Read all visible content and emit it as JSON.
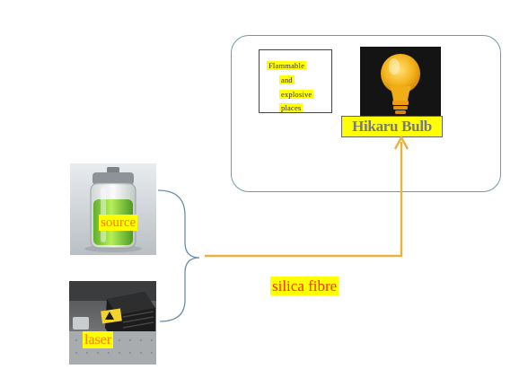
{
  "diagram": {
    "hazard_note": {
      "lines": [
        "Flammable",
        "and",
        "explosive",
        "places"
      ]
    },
    "bulb": {
      "label": "Hikaru Bulb",
      "icon": "light-bulb-icon"
    },
    "source": {
      "label": "source",
      "icon": "battery-icon"
    },
    "laser": {
      "label": "laser",
      "icon": "laser-module-icon"
    },
    "fibre": {
      "label": "silica fibre"
    },
    "colors": {
      "highlight": "#ffff00",
      "fibre_line": "#e8b43c",
      "brace": "#6b8ea8",
      "region_border": "#6f9aa6",
      "label_orange": "#ff7a00",
      "label_red": "#ff2d00"
    }
  }
}
